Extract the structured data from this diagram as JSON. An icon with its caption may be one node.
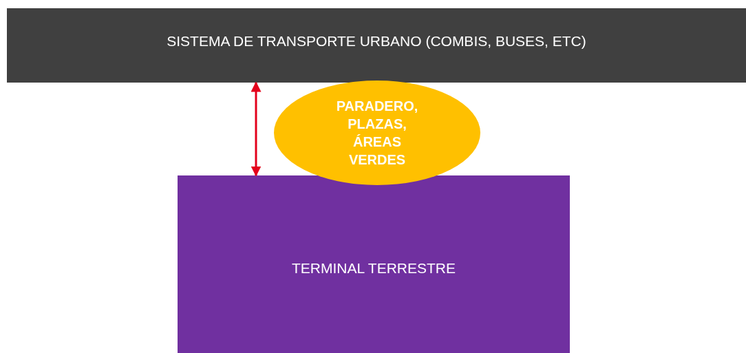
{
  "diagram": {
    "nodes": [
      {
        "text": [
          "SISTEMA DE TRANSPORTE URBANO (COMBIS, BUSES, ETC)"
        ]
      },
      {
        "text": [
          "PARADERO, PLAZAS, ÁREAS VERDES"
        ]
      },
      {
        "text": [
          "TERMINAL TERRESTRE"
        ]
      }
    ],
    "edges": [
      {
        "from": 2,
        "to": 0,
        "arrow": "both",
        "color": "#e3001b"
      }
    ]
  }
}
